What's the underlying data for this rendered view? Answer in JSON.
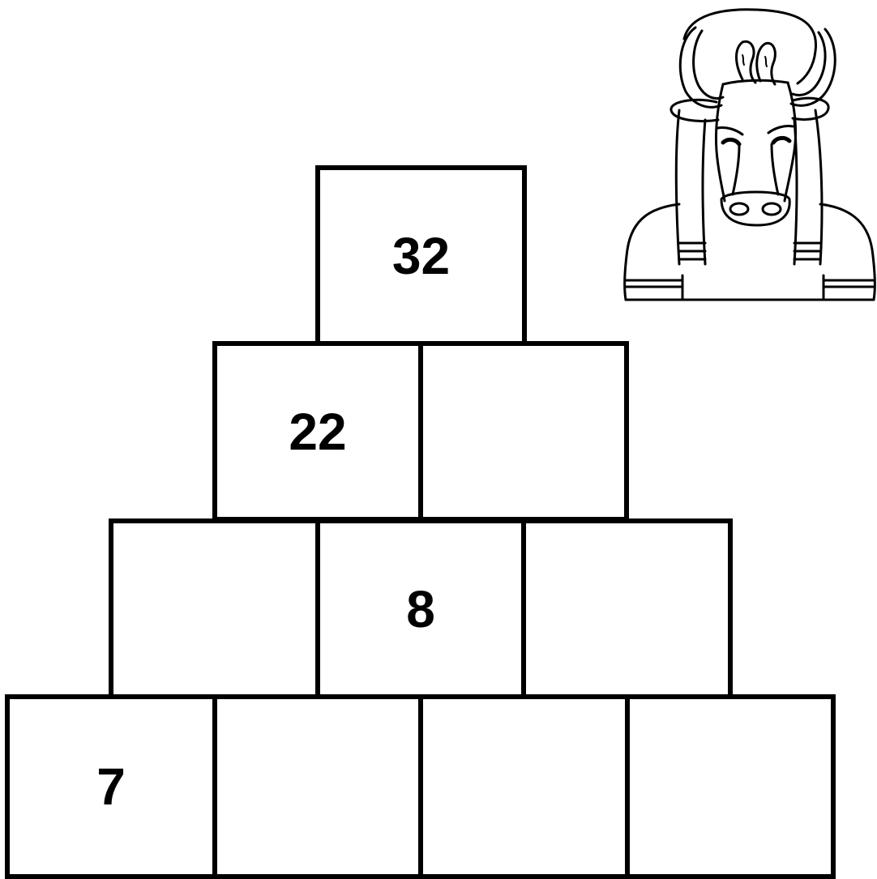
{
  "puzzle": {
    "rows": [
      {
        "row": "top",
        "cells": [
          "32"
        ]
      },
      {
        "row": "second",
        "cells": [
          "22",
          ""
        ]
      },
      {
        "row": "third",
        "cells": [
          "",
          "8",
          ""
        ]
      },
      {
        "row": "bottom",
        "cells": [
          "7",
          "",
          "",
          ""
        ]
      }
    ]
  },
  "mascot": {
    "icon": "bull-head-icon"
  },
  "colors": {
    "line": "#000000",
    "background": "#ffffff"
  }
}
